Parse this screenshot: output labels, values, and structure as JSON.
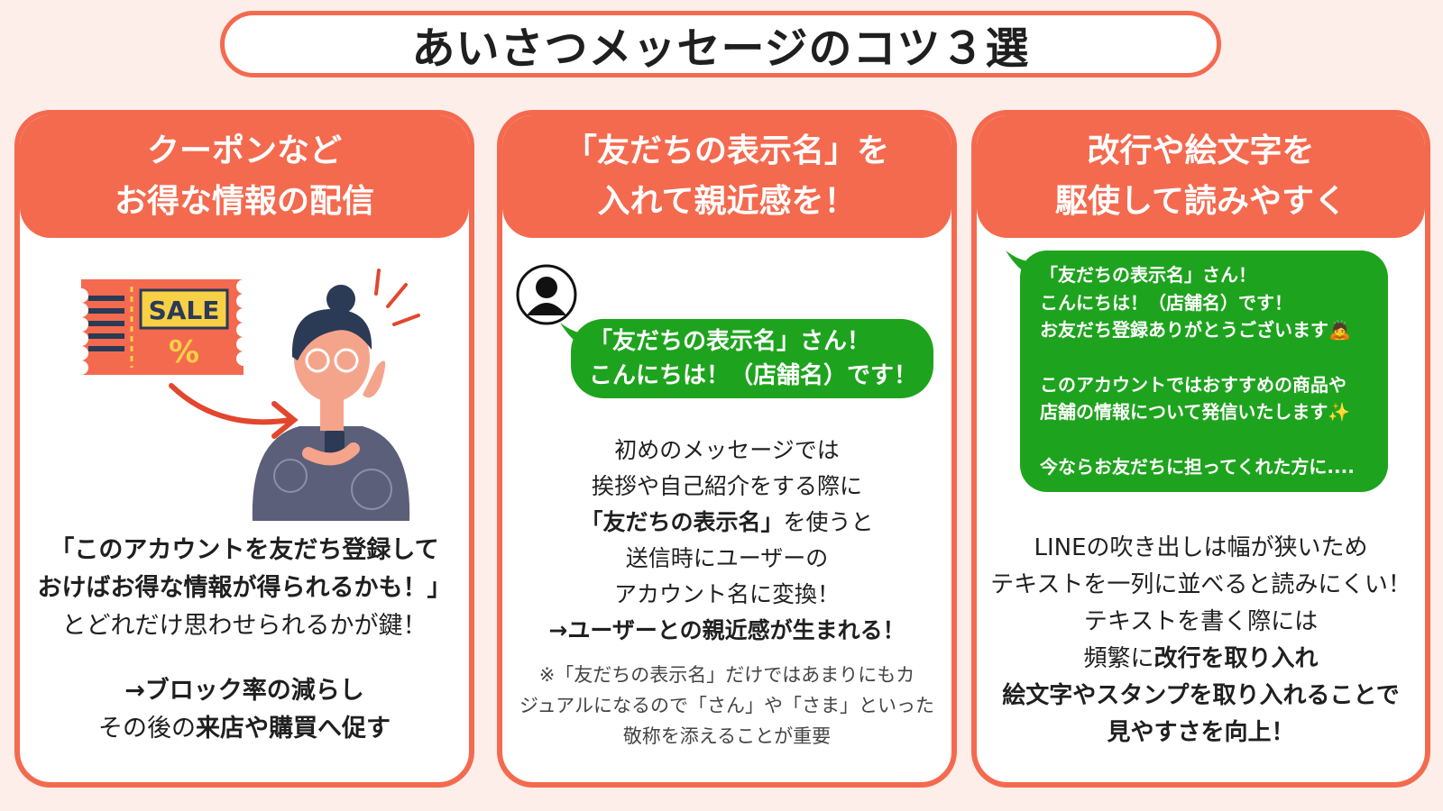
{
  "title": "あいさつメッセージのコツ３選",
  "cards": [
    {
      "heading": [
        "クーポンなど",
        "お得な情報の配信"
      ],
      "illustration": {
        "ticket_label": "SALE",
        "ticket_symbol": "%"
      },
      "quote": [
        "「このアカウントを友だち登録して",
        "おけばお得な情報が得られるかも！」"
      ],
      "quote_follow": "とどれだけ思わせられるかが鍵！",
      "result_line1": "→ブロック率の減らし",
      "result_line2_prefix": "その後の",
      "result_line2_bold": "来店や購買へ促す"
    },
    {
      "heading": [
        "「友だちの表示名」を",
        "入れて親近感を！"
      ],
      "bubble": [
        "「友だちの表示名」さん！",
        "こんにちは！（店舗名）です！"
      ],
      "body": [
        "初めのメッセージでは",
        "挨拶や自己紹介をする際に"
      ],
      "body_bold": "「友だちの表示名」",
      "body_bold_suffix": "を使うと",
      "body_more": [
        "送信時にユーザーの",
        "アカウント名に変換！"
      ],
      "body_result": "→ユーザーとの親近感が生まれる！",
      "note": [
        "※「友だちの表示名」だけではあまりにもカ",
        "ジュアルになるので「さん」や「さま」といった",
        "敬称を添えることが重要"
      ]
    },
    {
      "heading": [
        "改行や絵文字を",
        "駆使して読みやすく"
      ],
      "bubble": [
        "「友だちの表示名」さん！",
        "こんにちは！（店舗名）です！",
        "お友だち登録ありがとうございます🙇",
        "",
        "このアカウントではおすすめの商品や",
        "店舗の情報について発信いたします✨",
        "",
        "今ならお友だちに担ってくれた方に...."
      ],
      "body": [
        "LINEの吹き出しは幅が狭いため",
        "テキストを一列に並べると読みにくい！",
        "テキストを書く際には"
      ],
      "body_prefix": "頻繁に",
      "body_bold": [
        "改行を取り入れ",
        "絵文字やスタンプを取り入れることで",
        "見やすさを向上！"
      ]
    }
  ],
  "colors": {
    "accent": "#f46a4f",
    "bubble_green": "#1ea31e",
    "background": "#fdeeea"
  }
}
